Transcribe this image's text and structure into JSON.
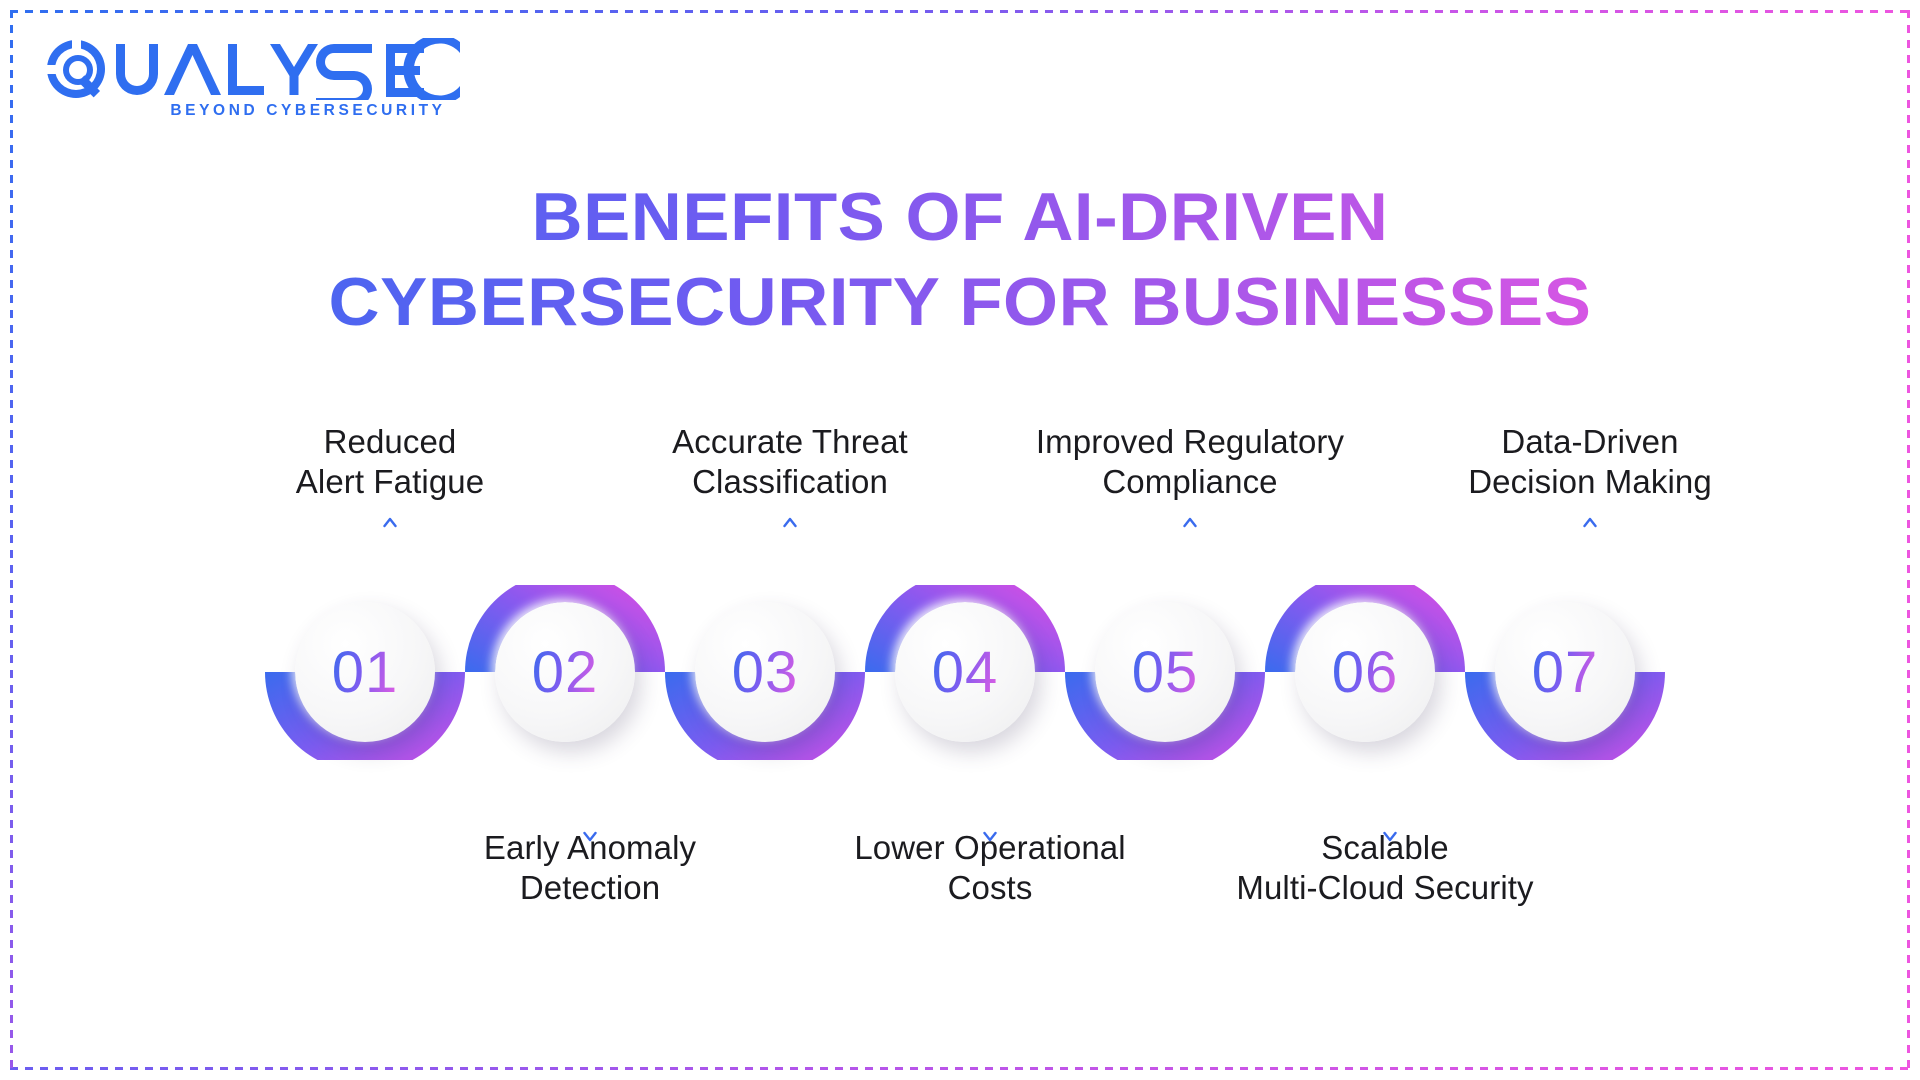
{
  "brand": {
    "name": "QUALYSEC",
    "tagline": "BEYOND CYBERSECURITY",
    "color": "#2f6ef0"
  },
  "heading": {
    "line1": "BENEFITS OF AI-DRIVEN",
    "line2": "CYBERSECURITY FOR BUSINESSES",
    "gradient_from": "#2f6ef0",
    "gradient_to": "#ee55e0"
  },
  "theme": {
    "wave_blue": "#3a6bee",
    "wave_purple": "#a855e8",
    "wave_magenta": "#d94de0",
    "node_bg": "#f5f5f6",
    "text": "#1b1b1f",
    "border_dash_from": "#2f6ef0",
    "border_dash_to": "#ee55e0"
  },
  "steps": [
    {
      "number": "01",
      "label_line1": "Reduced",
      "label_line2": "Alert Fatigue",
      "position": "top"
    },
    {
      "number": "02",
      "label_line1": "Early Anomaly",
      "label_line2": "Detection",
      "position": "bottom"
    },
    {
      "number": "03",
      "label_line1": "Accurate Threat",
      "label_line2": "Classification",
      "position": "top"
    },
    {
      "number": "04",
      "label_line1": "Lower Operational",
      "label_line2": "Costs",
      "position": "bottom"
    },
    {
      "number": "05",
      "label_line1": "Improved Regulatory",
      "label_line2": "Compliance",
      "position": "top"
    },
    {
      "number": "06",
      "label_line1": "Scalable",
      "label_line2": "Multi-Cloud Security",
      "position": "bottom"
    },
    {
      "number": "07",
      "label_line1": "Data-Driven",
      "label_line2": "Decision Making",
      "position": "top"
    }
  ]
}
